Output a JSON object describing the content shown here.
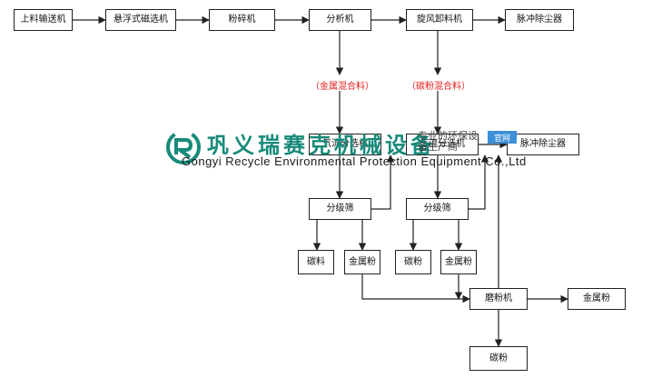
{
  "boxes": {
    "feeder": "上料输送机",
    "magnetic_separator": "悬浮式磁选机",
    "crusher": "粉碎机",
    "analyzer": "分析机",
    "cyclone_unloader": "旋风卸料机",
    "pulse_dust_top": "脉冲除尘器",
    "airflow_separator": "气流分选机",
    "airflow_separator_2": "气流分选机",
    "pulse_dust_mid": "脉冲除尘器",
    "sieve_left": "分级筛",
    "sieve_right": "分级筛",
    "carbon_material": "碳料",
    "metal_powder_1": "金属粉",
    "carbon_powder_1": "碳粉",
    "metal_powder_2": "金属粉",
    "grinder": "磨粉机",
    "metal_powder_final": "金属粉",
    "carbon_powder_final": "碳粉"
  },
  "labels": {
    "metal_mix": "（金属混合料）",
    "carbon_mix": "（碳粉混合料）"
  },
  "watermark": {
    "company_cn": "巩义瑞赛克机械设备",
    "company_en": "Gongyi Recycle Environmental Protection Equipment Co.,Ltd",
    "badge": "官网",
    "slogan": "专业的环保设备生产商"
  },
  "colors": {
    "line": "#222222",
    "label_red": "#e02020",
    "brand_teal": "#178a7a",
    "badge_blue": "#3d8fd8"
  }
}
